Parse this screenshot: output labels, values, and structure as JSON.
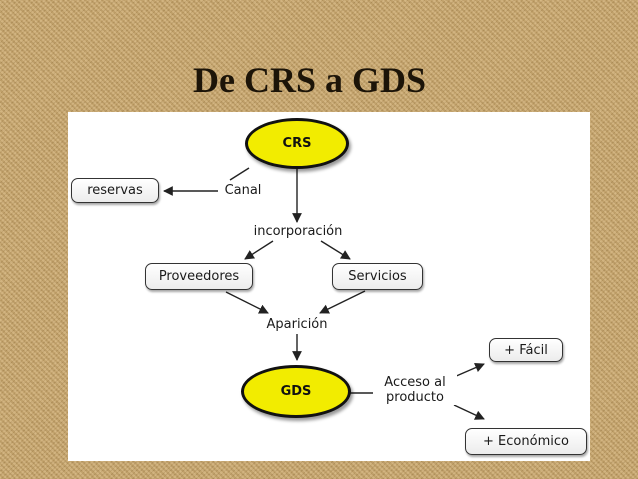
{
  "slide": {
    "title": "De CRS a GDS"
  },
  "diagram": {
    "nodes": {
      "crs": "CRS",
      "reservas": "reservas",
      "proveedores": "Proveedores",
      "servicios": "Servicios",
      "gds": "GDS",
      "facil": "+ Fácil",
      "economico": "+ Económico"
    },
    "links": {
      "canal": "Canal",
      "incorporacion": "incorporación",
      "aparicion": "Aparición",
      "acceso_line1": "Acceso al",
      "acceso_line2": "producto"
    },
    "colors": {
      "ellipse_fill": "#f2ec00",
      "ellipse_border": "#111111",
      "box_border": "#333333",
      "canvas": "#ffffff",
      "arrow": "#222222"
    }
  }
}
